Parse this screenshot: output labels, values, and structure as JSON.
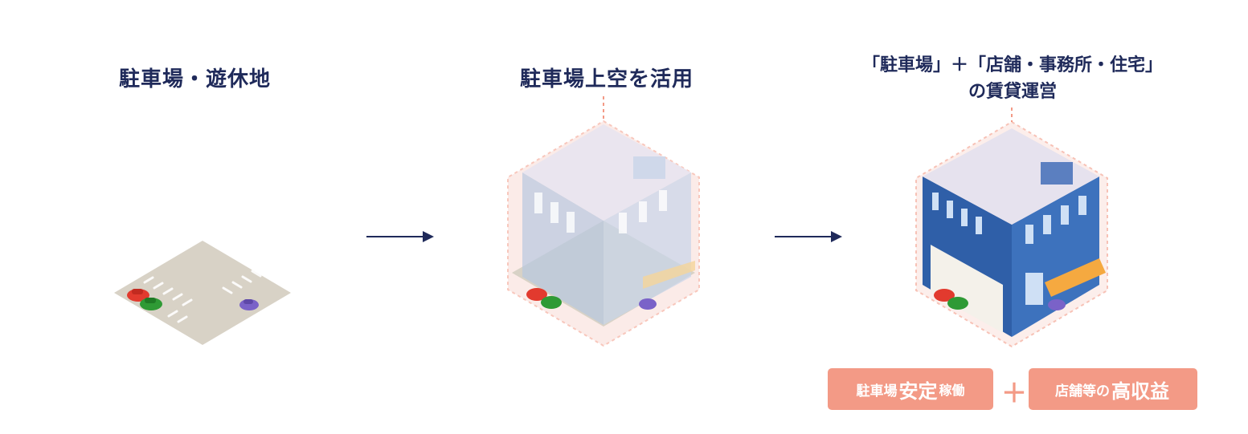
{
  "steps": [
    {
      "title": "駐車場・遊休地"
    },
    {
      "title": "駐車場上空を活用"
    },
    {
      "title_line1": "「駐車場」＋「店舗・事務所・住宅」",
      "title_line2": "の賃貸運営"
    }
  ],
  "result": {
    "badge1": {
      "part1": "駐車場",
      "emphasis": "安定",
      "part2": "稼働"
    },
    "plus": "＋",
    "badge2": {
      "part1": "店舗等の",
      "emphasis": "高収益"
    }
  },
  "colors": {
    "navy": "#1f2a5a",
    "badge": "#f39a86",
    "building_blue": "#2f5fa8",
    "overlay_pink": "#f6c8c0",
    "ground": "#d8d2c6",
    "awning": "#f5a940"
  },
  "icons": [
    "arrow-right-icon",
    "car-icon",
    "building-icon"
  ]
}
